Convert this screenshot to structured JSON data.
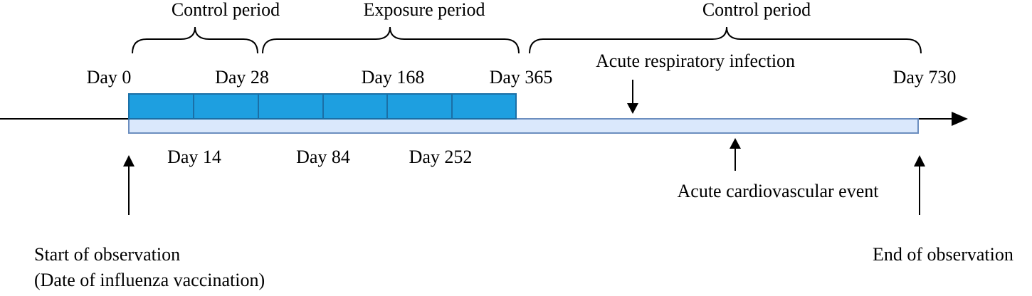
{
  "periods": [
    {
      "label": "Control period"
    },
    {
      "label": "Exposure period"
    },
    {
      "label": "Control period"
    }
  ],
  "day_labels_top": [
    "Day 0",
    "Day 28",
    "Day 168",
    "Day 365",
    "Day 730"
  ],
  "day_labels_bottom": [
    "Day 14",
    "Day 84",
    "Day 252"
  ],
  "events": {
    "infection": "Acute respiratory infection",
    "cardiovascular": "Acute cardiovascular event"
  },
  "observation": {
    "start_line1": "Start of observation",
    "start_line2": "(Date of influenza vaccination)",
    "end": "End of observation"
  },
  "colors": {
    "exposure_fill": "#1e9fe0",
    "exposure_stroke": "#1b6fa6",
    "observation_fill": "#dae8fc",
    "observation_stroke": "#6c8ebf",
    "line": "#000000"
  }
}
